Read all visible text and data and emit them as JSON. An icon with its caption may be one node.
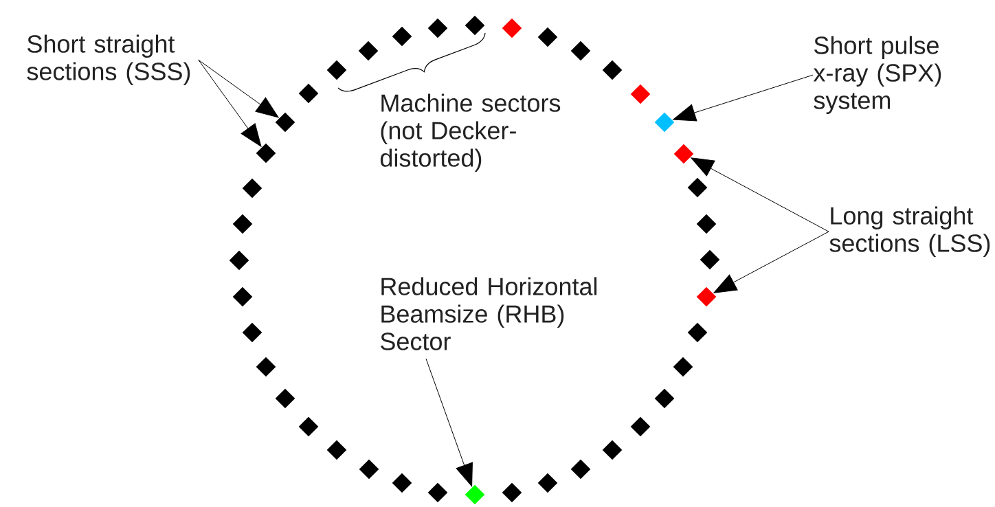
{
  "diagram": {
    "nodes": [
      {
        "text": [
          "Short straight sections (SSS)"
        ]
      },
      {
        "text": [
          "Machine sectors (not Decker-distorted)"
        ]
      },
      {
        "text": [
          "Short pulse x-ray (SPX) system"
        ]
      },
      {
        "text": [
          "Long straight sections (LSS)"
        ]
      },
      {
        "text": [
          "Reduced Horizontal Beamsize (RHB) Sector"
        ]
      },
      {
        "text": [],
        "shape": "diamond"
      },
      {
        "text": [],
        "shape": "diamond"
      },
      {
        "text": [],
        "shape": "diamond"
      },
      {
        "text": [],
        "shape": "diamond"
      },
      {
        "text": [],
        "shape": "diamond"
      },
      {
        "text": [],
        "shape": "diamond"
      },
      {
        "text": [],
        "shape": "diamond"
      },
      {
        "text": [],
        "shape": "diamond"
      },
      {
        "text": [],
        "shape": "diamond"
      },
      {
        "text": [],
        "shape": "diamond"
      },
      {
        "text": [],
        "shape": "diamond"
      },
      {
        "text": [],
        "shape": "diamond"
      },
      {
        "text": [],
        "shape": "diamond"
      },
      {
        "text": [],
        "shape": "diamond"
      },
      {
        "text": [],
        "shape": "diamond"
      },
      {
        "text": [],
        "shape": "diamond"
      },
      {
        "text": [],
        "shape": "diamond"
      },
      {
        "text": [],
        "shape": "diamond"
      },
      {
        "text": [],
        "shape": "diamond"
      },
      {
        "text": [],
        "shape": "diamond"
      },
      {
        "text": [],
        "shape": "diamond"
      },
      {
        "text": [],
        "shape": "diamond"
      },
      {
        "text": [],
        "shape": "diamond"
      },
      {
        "text": [],
        "shape": "diamond"
      },
      {
        "text": [],
        "shape": "diamond"
      },
      {
        "text": [],
        "shape": "diamond"
      },
      {
        "text": [],
        "shape": "diamond"
      },
      {
        "text": [],
        "shape": "diamond"
      },
      {
        "text": [],
        "shape": "diamond"
      },
      {
        "text": [],
        "shape": "diamond"
      },
      {
        "text": [],
        "shape": "diamond"
      },
      {
        "text": [],
        "shape": "diamond"
      },
      {
        "text": [],
        "shape": "diamond"
      },
      {
        "text": [],
        "shape": "diamond"
      },
      {
        "text": [],
        "shape": "diamond"
      },
      {
        "text": [],
        "shape": "diamond"
      },
      {
        "text": [],
        "shape": "diamond"
      },
      {
        "text": [],
        "shape": "diamond"
      },
      {
        "text": [],
        "shape": "diamond"
      },
      {
        "text": [],
        "shape": "diamond"
      }
    ],
    "edges": [
      {
        "from": 0,
        "to": 39,
        "arrow": "to"
      },
      {
        "from": 0,
        "to": 38,
        "arrow": "to"
      },
      {
        "from": 2,
        "to": 11,
        "arrow": "to"
      },
      {
        "from": 3,
        "to": 12,
        "arrow": "to"
      },
      {
        "from": 3,
        "to": 16,
        "arrow": "to"
      },
      {
        "from": 4,
        "to": 25,
        "arrow": "to"
      }
    ]
  }
}
